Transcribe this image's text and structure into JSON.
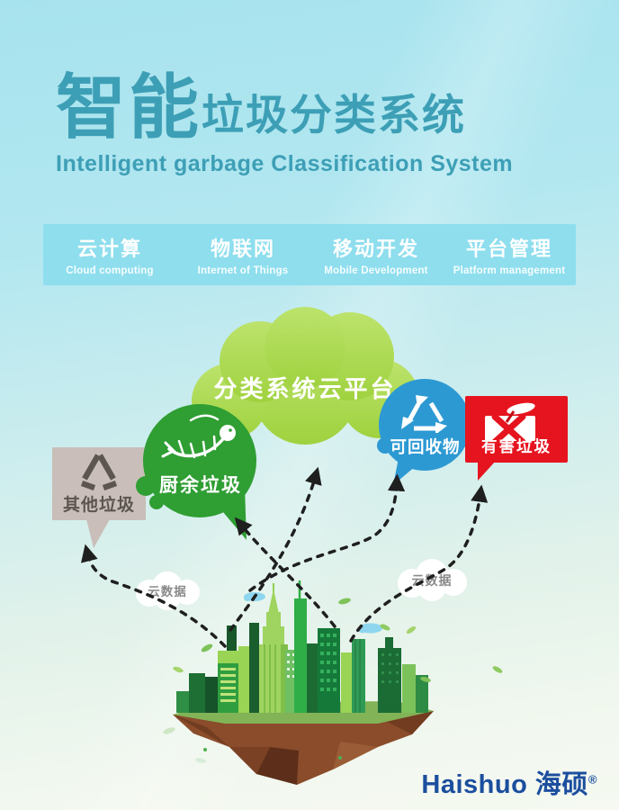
{
  "poster": {
    "title": {
      "accent": "智能",
      "rest": "垃圾分类系统",
      "subtitle": "Intelligent garbage Classification System"
    },
    "features": [
      {
        "zh": "云计算",
        "en": "Cloud computing"
      },
      {
        "zh": "物联网",
        "en": "Internet of Things"
      },
      {
        "zh": "移动开发",
        "en": "Mobile Development"
      },
      {
        "zh": "平台管理",
        "en": "Platform management"
      }
    ],
    "cloud_platform": {
      "label": "分类系统云平台"
    },
    "bubbles": {
      "other": {
        "label": "其他垃圾",
        "color": "#c9beb9",
        "icon": "other-waste-triangle-icon"
      },
      "kitchen": {
        "label": "厨余垃圾",
        "color": "#2f9e33",
        "icon": "kitchen-waste-fishbone-icon"
      },
      "recyclable": {
        "label": "可回收物",
        "color": "#2d99d3",
        "icon": "recycle-triangle-icon"
      },
      "harmful": {
        "label": "有害垃圾",
        "color": "#e6141f",
        "icon": "harmful-waste-cross-icon"
      }
    },
    "data_clouds": {
      "left": {
        "label": "云数据"
      },
      "right": {
        "label": "云数据"
      }
    },
    "logo": {
      "name_en": "Haishuo",
      "name_zh": "海硕",
      "registered": "®",
      "color": "#1b4e9e"
    },
    "colors": {
      "title_teal": "#3d9fb6",
      "band_blue": "#8edeee",
      "platform_cloud_green": "#a8d84d",
      "arrow_black": "#1f1f1f",
      "island_brown": "#8a4c2b",
      "sky_top": "#a7e3ee",
      "sky_bottom": "#f5f9f1"
    }
  }
}
